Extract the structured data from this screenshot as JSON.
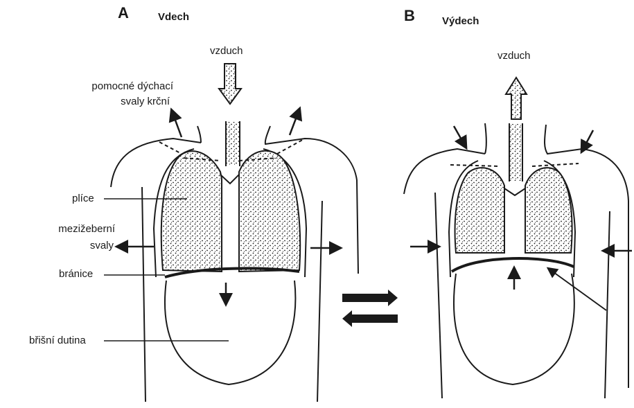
{
  "panels": {
    "a": {
      "letter": "A",
      "title": "Vdech"
    },
    "b": {
      "letter": "B",
      "title": "Výdech"
    }
  },
  "labels": {
    "air_in": "vzduch",
    "air_out": "vzduch",
    "accessory_muscles_line1": "pomocné dýchací",
    "accessory_muscles_line2": "svaly krční",
    "lungs": "plíce",
    "intercostal_line1": "mezižeberní",
    "intercostal_line2": "svaly",
    "diaphragm": "bránice",
    "abdominal_cavity": "břišní dutina"
  },
  "colors": {
    "ink": "#1a1a1a",
    "paper": "#ffffff"
  }
}
